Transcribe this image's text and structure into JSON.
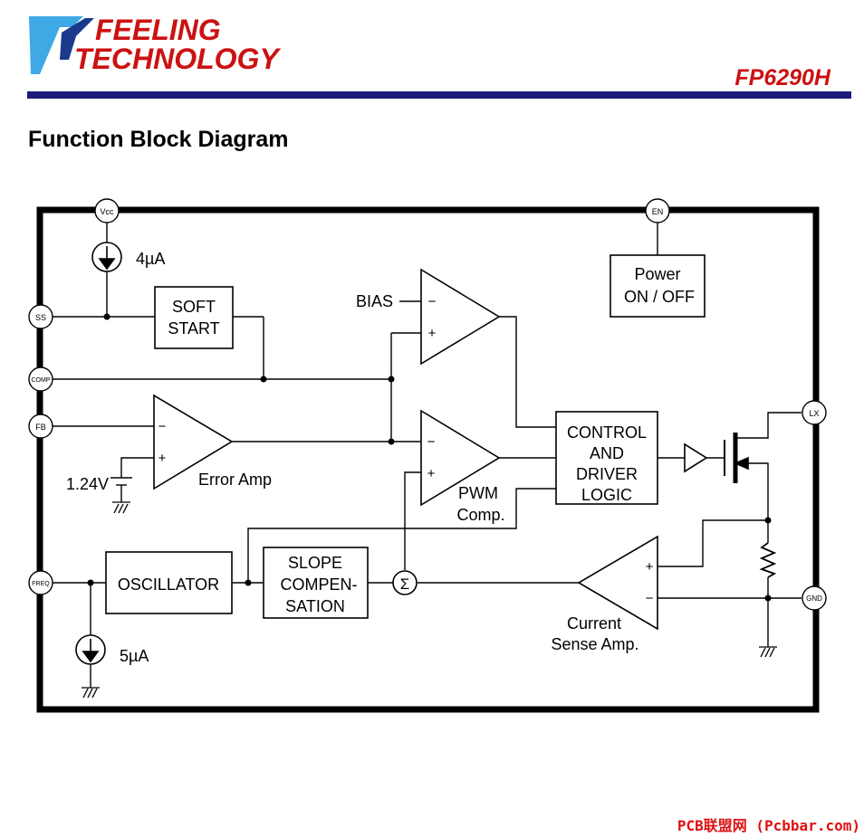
{
  "logo": {
    "line1": "FEELING",
    "line2": "TECHNOLOGY"
  },
  "header": {
    "part_number": "FP6290H",
    "section_title": "Function Block Diagram"
  },
  "pins": {
    "vcc": "Vcc",
    "en": "EN",
    "ss": "SS",
    "comp": "COMP",
    "fb": "FB",
    "lx": "LX",
    "freq": "FREQ",
    "gnd": "GND"
  },
  "blocks": {
    "soft_start": [
      "SOFT",
      "START"
    ],
    "power": [
      "Power",
      "ON / OFF"
    ],
    "control": [
      "CONTROL",
      "AND",
      "DRIVER",
      "LOGIC"
    ],
    "oscillator": "OSCILLATOR",
    "slope": [
      "SLOPE",
      "COMPEN-",
      "SATION"
    ]
  },
  "labels": {
    "bias": "BIAS",
    "current_top": "4µA",
    "current_bottom": "5µA",
    "vref": "1.24V",
    "error_amp": "Error Amp",
    "pwm_comp": [
      "PWM",
      "Comp."
    ],
    "current_sense": [
      "Current",
      "Sense Amp."
    ],
    "sigma": "Σ",
    "minus": "−",
    "plus": "+"
  },
  "watermark": "PCB联盟网 (Pcbbar.com)"
}
